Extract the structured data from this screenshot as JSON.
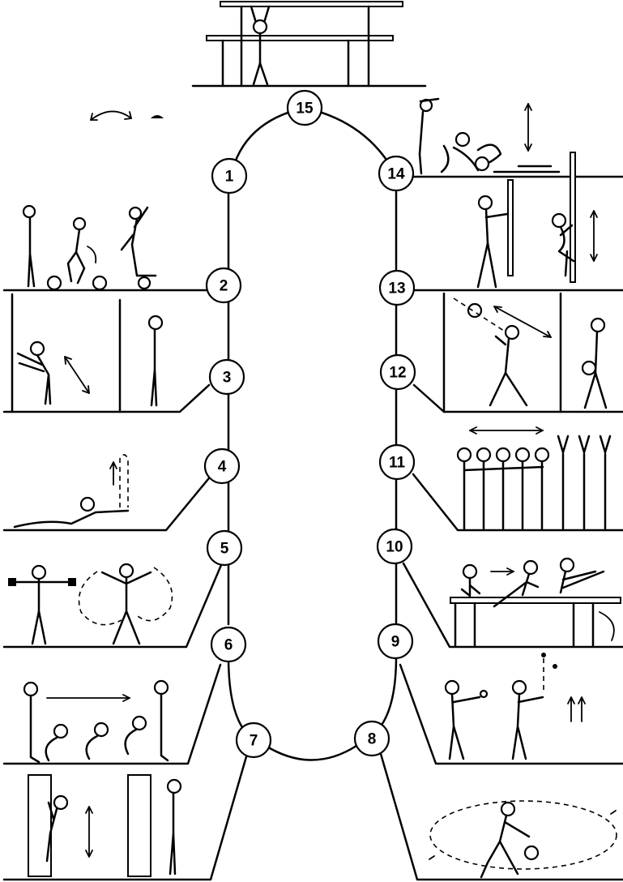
{
  "stations": [
    {
      "id": "station-1",
      "label": "1"
    },
    {
      "id": "station-2",
      "label": "2"
    },
    {
      "id": "station-3",
      "label": "3"
    },
    {
      "id": "station-4",
      "label": "4"
    },
    {
      "id": "station-5",
      "label": "5"
    },
    {
      "id": "station-6",
      "label": "6"
    },
    {
      "id": "station-7",
      "label": "7"
    },
    {
      "id": "station-8",
      "label": "8"
    },
    {
      "id": "station-9",
      "label": "9"
    },
    {
      "id": "station-10",
      "label": "10"
    },
    {
      "id": "station-11",
      "label": "11"
    },
    {
      "id": "station-12",
      "label": "12"
    },
    {
      "id": "station-13",
      "label": "13"
    },
    {
      "id": "station-14",
      "label": "14"
    },
    {
      "id": "station-15",
      "label": "15"
    }
  ]
}
